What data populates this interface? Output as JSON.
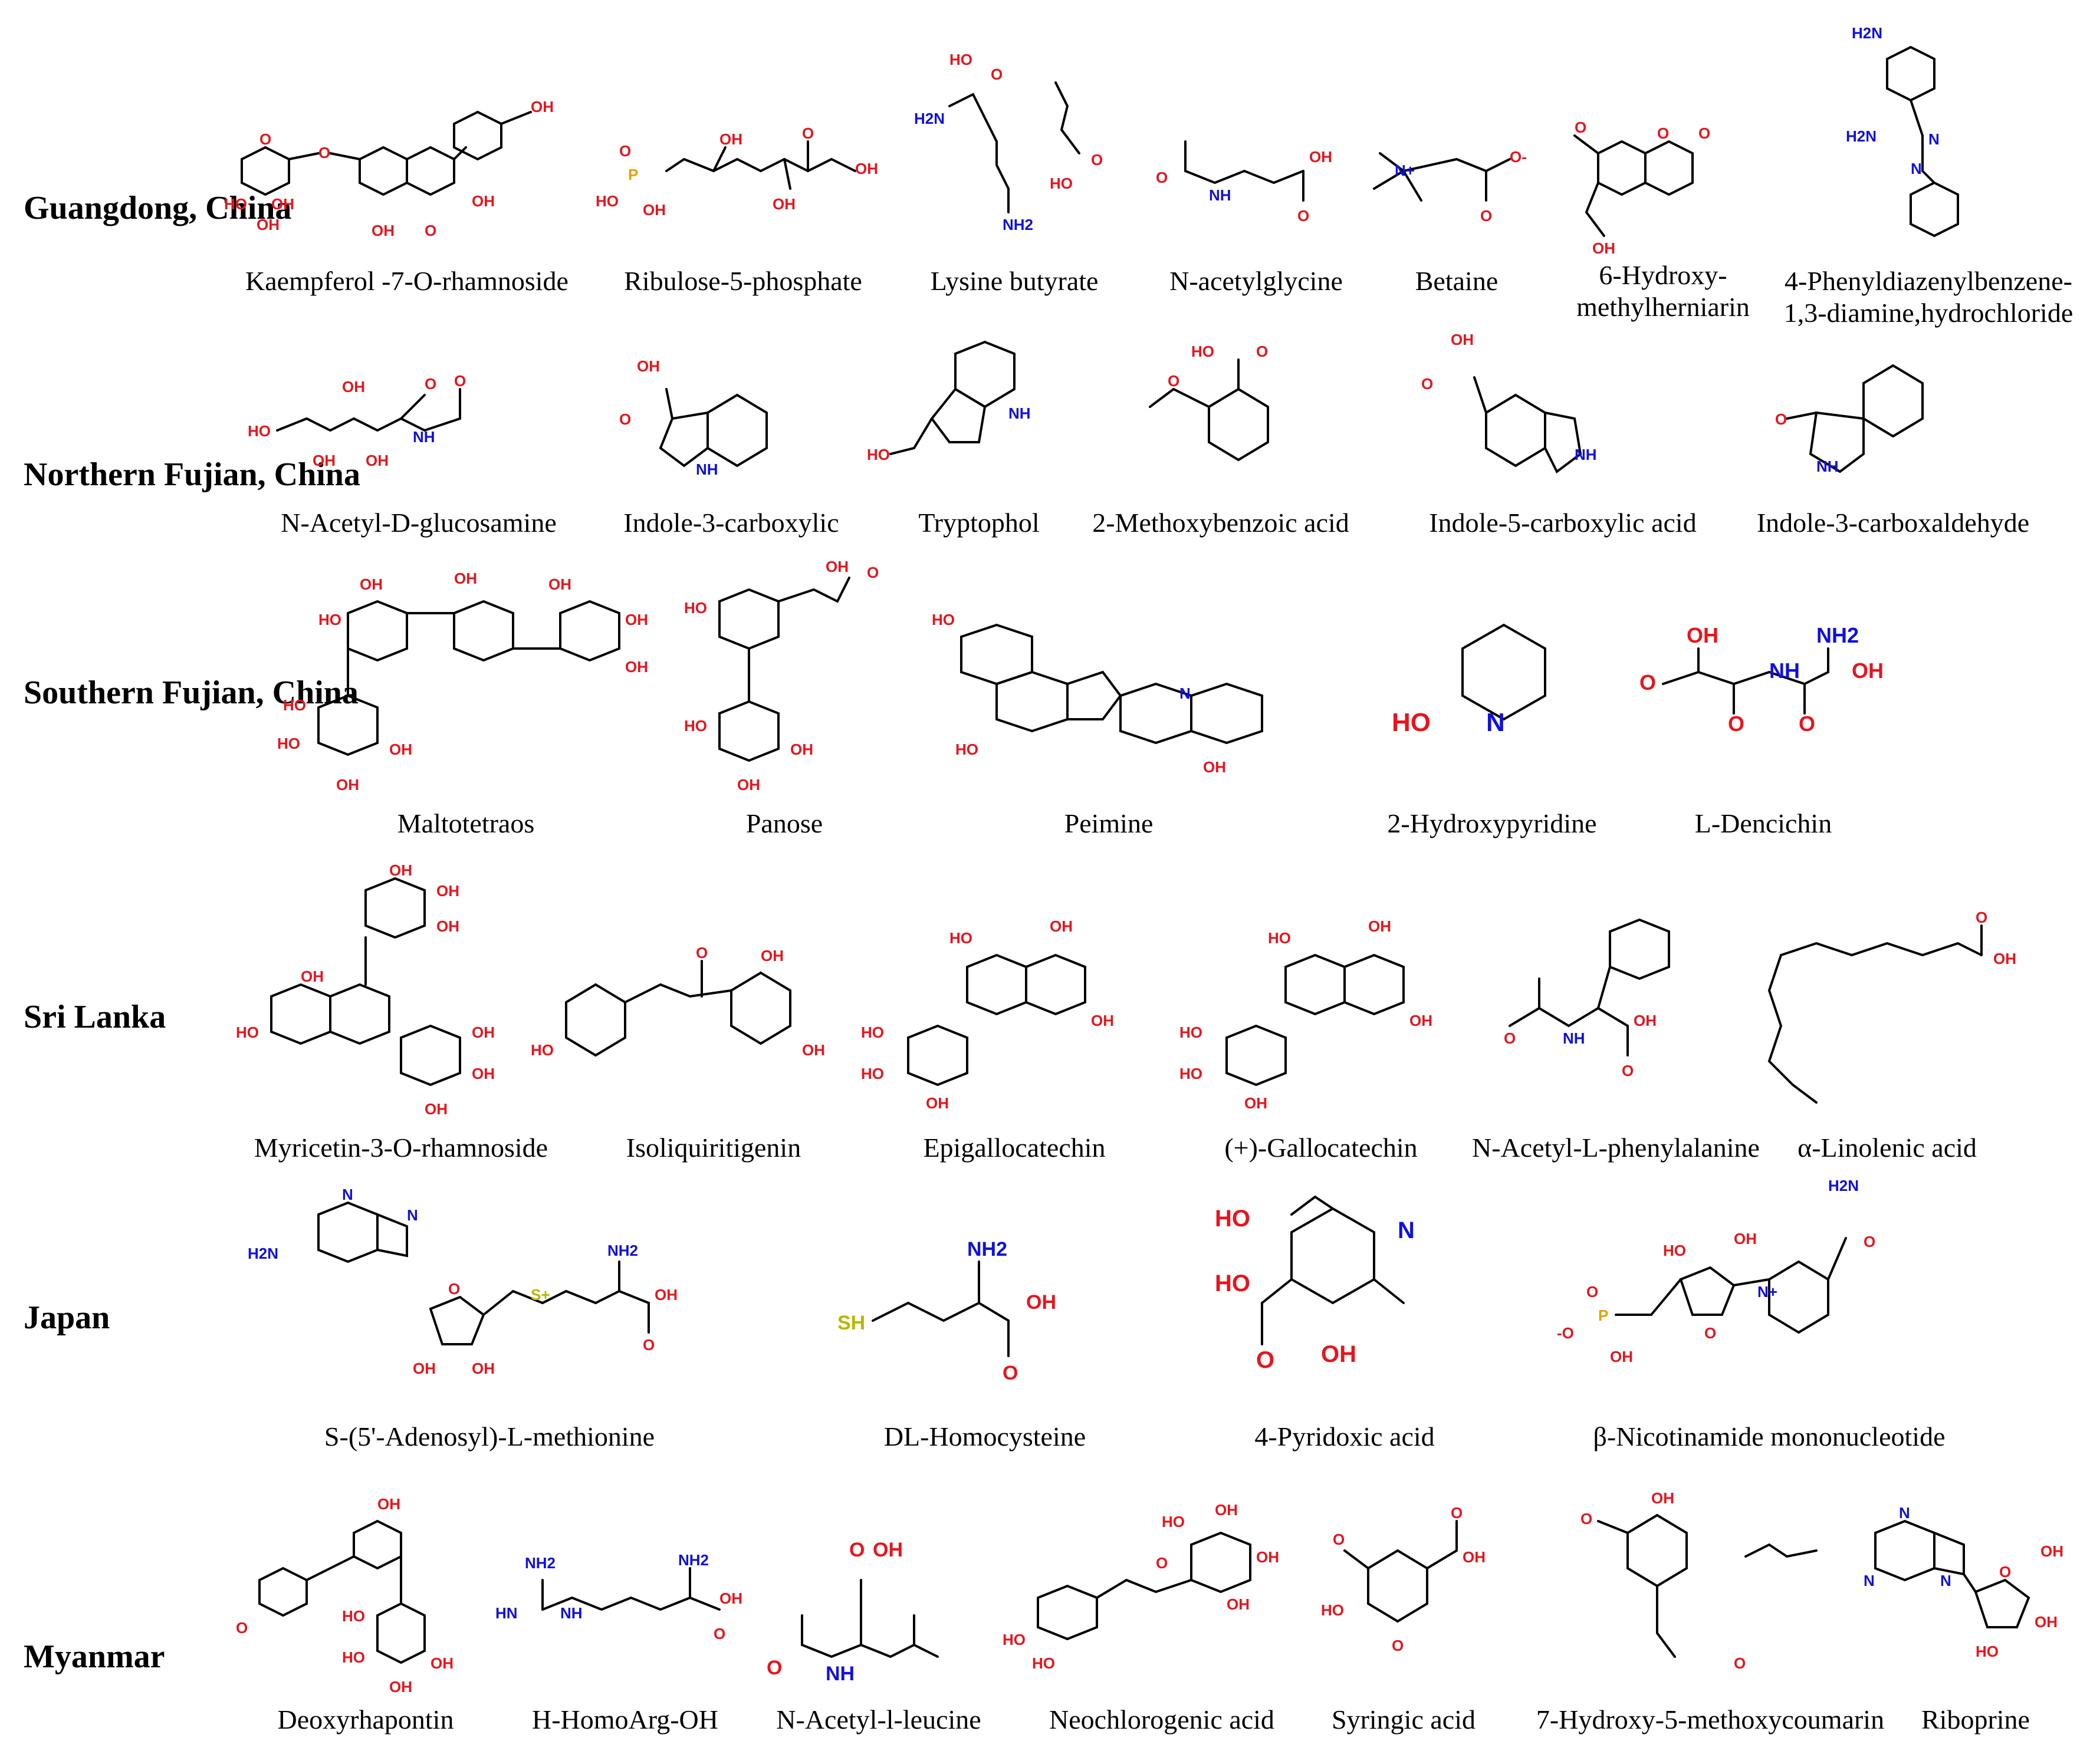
{
  "colors": {
    "oxygen": "#e8141c",
    "nitrogen": "#1010e0",
    "phosphorus": "#e8a000",
    "sulfur": "#b8b800",
    "bond": "#000000"
  },
  "regions": [
    {
      "label": "Guangdong,\nChina",
      "compounds": [
        {
          "name": "Kaempferol -7-O-rhamnoside",
          "structure": "flavonol-glycoside"
        },
        {
          "name": "Ribulose-5-phosphate",
          "structure": "sugar-phosphate"
        },
        {
          "name": "Lysine butyrate",
          "structure": "amino-acid-salt"
        },
        {
          "name": "N-acetylglycine",
          "structure": "acetyl-amino-acid"
        },
        {
          "name": "Betaine",
          "structure": "zwitterion"
        },
        {
          "name": "6-Hydroxy-\nmethylherniarin",
          "structure": "coumarin"
        },
        {
          "name": "4-Phenyldiazenylbenzene-\n1,3-diamine,hydrochloride",
          "structure": "azo"
        }
      ]
    },
    {
      "label": "Northern\nFujian, China",
      "compounds": [
        {
          "name": "N-Acetyl-D-glucosamine",
          "structure": "chain-sugar"
        },
        {
          "name": "Indole-3-carboxylic",
          "structure": "indole"
        },
        {
          "name": "Tryptophol",
          "structure": "indole"
        },
        {
          "name": "2-Methoxybenzoic acid",
          "structure": "benzoic"
        },
        {
          "name": "Indole-5-carboxylic acid",
          "structure": "indole"
        },
        {
          "name": "Indole-3-carboxaldehyde",
          "structure": "indole"
        }
      ]
    },
    {
      "label": "Southern\nFujian, China",
      "compounds": [
        {
          "name": "Maltotetraos",
          "structure": "oligosaccharide"
        },
        {
          "name": "Panose",
          "structure": "oligosaccharide"
        },
        {
          "name": "Peimine",
          "structure": "steroid-alkaloid"
        },
        {
          "name": "2-Hydroxypyridine",
          "structure": "pyridine"
        },
        {
          "name": "L-Dencichin",
          "structure": "amino-acid"
        }
      ]
    },
    {
      "label": "Sri Lanka",
      "compounds": [
        {
          "name": "Myricetin-3-O-rhamnoside",
          "structure": "flavonol-glycoside"
        },
        {
          "name": "Isoliquiritigenin",
          "structure": "chalcone"
        },
        {
          "name": "Epigallocatechin",
          "structure": "flavan"
        },
        {
          "name": "(+)-Gallocatechin",
          "structure": "flavan"
        },
        {
          "name": "N-Acetyl-L-phenylalanine",
          "structure": "acetyl-amino-acid"
        },
        {
          "name": "α-Linolenic acid",
          "structure": "fatty-acid"
        }
      ]
    },
    {
      "label": "Japan",
      "compounds": [
        {
          "name": "S-(5'-Adenosyl)-L-methionine",
          "structure": "nucleoside"
        },
        {
          "name": "DL-Homocysteine",
          "structure": "amino-acid"
        },
        {
          "name": "4-Pyridoxic acid",
          "structure": "pyridine"
        },
        {
          "name": "β-Nicotinamide mononucleotide",
          "structure": "nucleotide"
        }
      ]
    },
    {
      "label": "Myanmar",
      "compounds": [
        {
          "name": "Deoxyrhapontin",
          "structure": "stilbene-glycoside"
        },
        {
          "name": "H-HomoArg-OH",
          "structure": "amino-acid"
        },
        {
          "name": "N-Acetyl-l-leucine",
          "structure": "acetyl-amino-acid"
        },
        {
          "name": "Neochlorogenic acid",
          "structure": "ester"
        },
        {
          "name": "Syringic acid",
          "structure": "benzoic"
        },
        {
          "name": "7-Hydroxy-5-methoxycoumarin",
          "structure": "coumarin"
        },
        {
          "name": "Riboprine",
          "structure": "nucleoside"
        }
      ]
    }
  ],
  "atom_labels": {
    "OH": "OH",
    "HO": "HO",
    "O": "O",
    "NH": "NH",
    "NH2": "NH2",
    "H2N": "H2N",
    "N": "N",
    "P": "P",
    "S+": "S+",
    "N+": "N+",
    "O-": "O-",
    "SH": "SH",
    "HN": "HN"
  }
}
